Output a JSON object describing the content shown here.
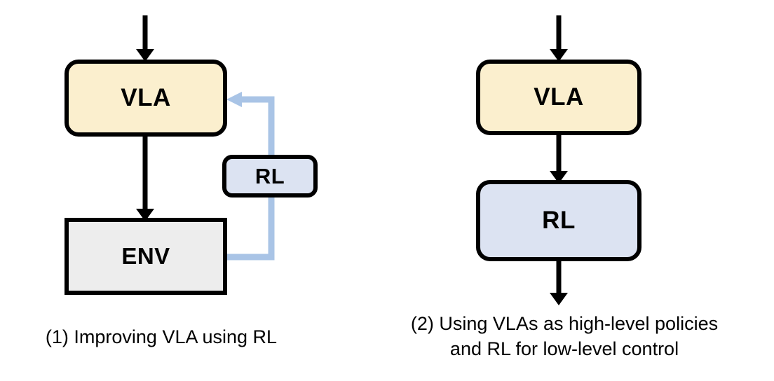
{
  "figure": {
    "title": "",
    "background_color": "#ffffff",
    "panels": [
      {
        "id": "panel-1",
        "caption": "(1) Improving VLA using RL",
        "caption_lines": [
          "(1) Improving VLA using RL"
        ],
        "nodes": [
          {
            "id": "vla",
            "label": "VLA",
            "fill": "#FBEFCE",
            "stroke": "#000000",
            "shape": "rounded-rect"
          },
          {
            "id": "rl",
            "label": "RL",
            "fill": "#DCE3F2",
            "stroke": "#000000",
            "shape": "rounded-rect"
          },
          {
            "id": "env",
            "label": "ENV",
            "fill": "#EDEDED",
            "stroke": "#000000",
            "shape": "rect"
          }
        ],
        "edges": [
          {
            "id": "input-to-vla",
            "from": "input",
            "to": "vla",
            "color": "#000000",
            "style": "arrow-down"
          },
          {
            "id": "vla-to-env",
            "from": "vla",
            "to": "env",
            "color": "#000000",
            "style": "arrow-down"
          },
          {
            "id": "env-to-vla-feedback",
            "from": "env",
            "to": "vla",
            "color": "#A9C4E6",
            "style": "elbow-arrow-left",
            "passes_behind": "rl"
          }
        ]
      },
      {
        "id": "panel-2",
        "caption": "(2) Using VLAs as high-level policies and RL for low-level control",
        "caption_lines": [
          "(2) Using VLAs as high-level policies",
          "and RL for low-level control"
        ],
        "nodes": [
          {
            "id": "vla",
            "label": "VLA",
            "fill": "#FBEFCE",
            "stroke": "#000000",
            "shape": "rounded-rect"
          },
          {
            "id": "rl",
            "label": "RL",
            "fill": "#DCE3F2",
            "stroke": "#000000",
            "shape": "rounded-rect"
          }
        ],
        "edges": [
          {
            "id": "input-to-vla",
            "from": "input",
            "to": "vla",
            "color": "#000000",
            "style": "arrow-down"
          },
          {
            "id": "vla-to-rl",
            "from": "vla",
            "to": "rl",
            "color": "#000000",
            "style": "arrow-down"
          },
          {
            "id": "rl-to-output",
            "from": "rl",
            "to": "output",
            "color": "#000000",
            "style": "arrow-down"
          }
        ]
      }
    ],
    "colors": {
      "vla_fill": "#FBEFCE",
      "rl_fill": "#DCE3F2",
      "env_fill": "#EDEDED",
      "stroke": "#000000",
      "feedback_blue": "#A9C4E6",
      "text": "#000000"
    }
  }
}
